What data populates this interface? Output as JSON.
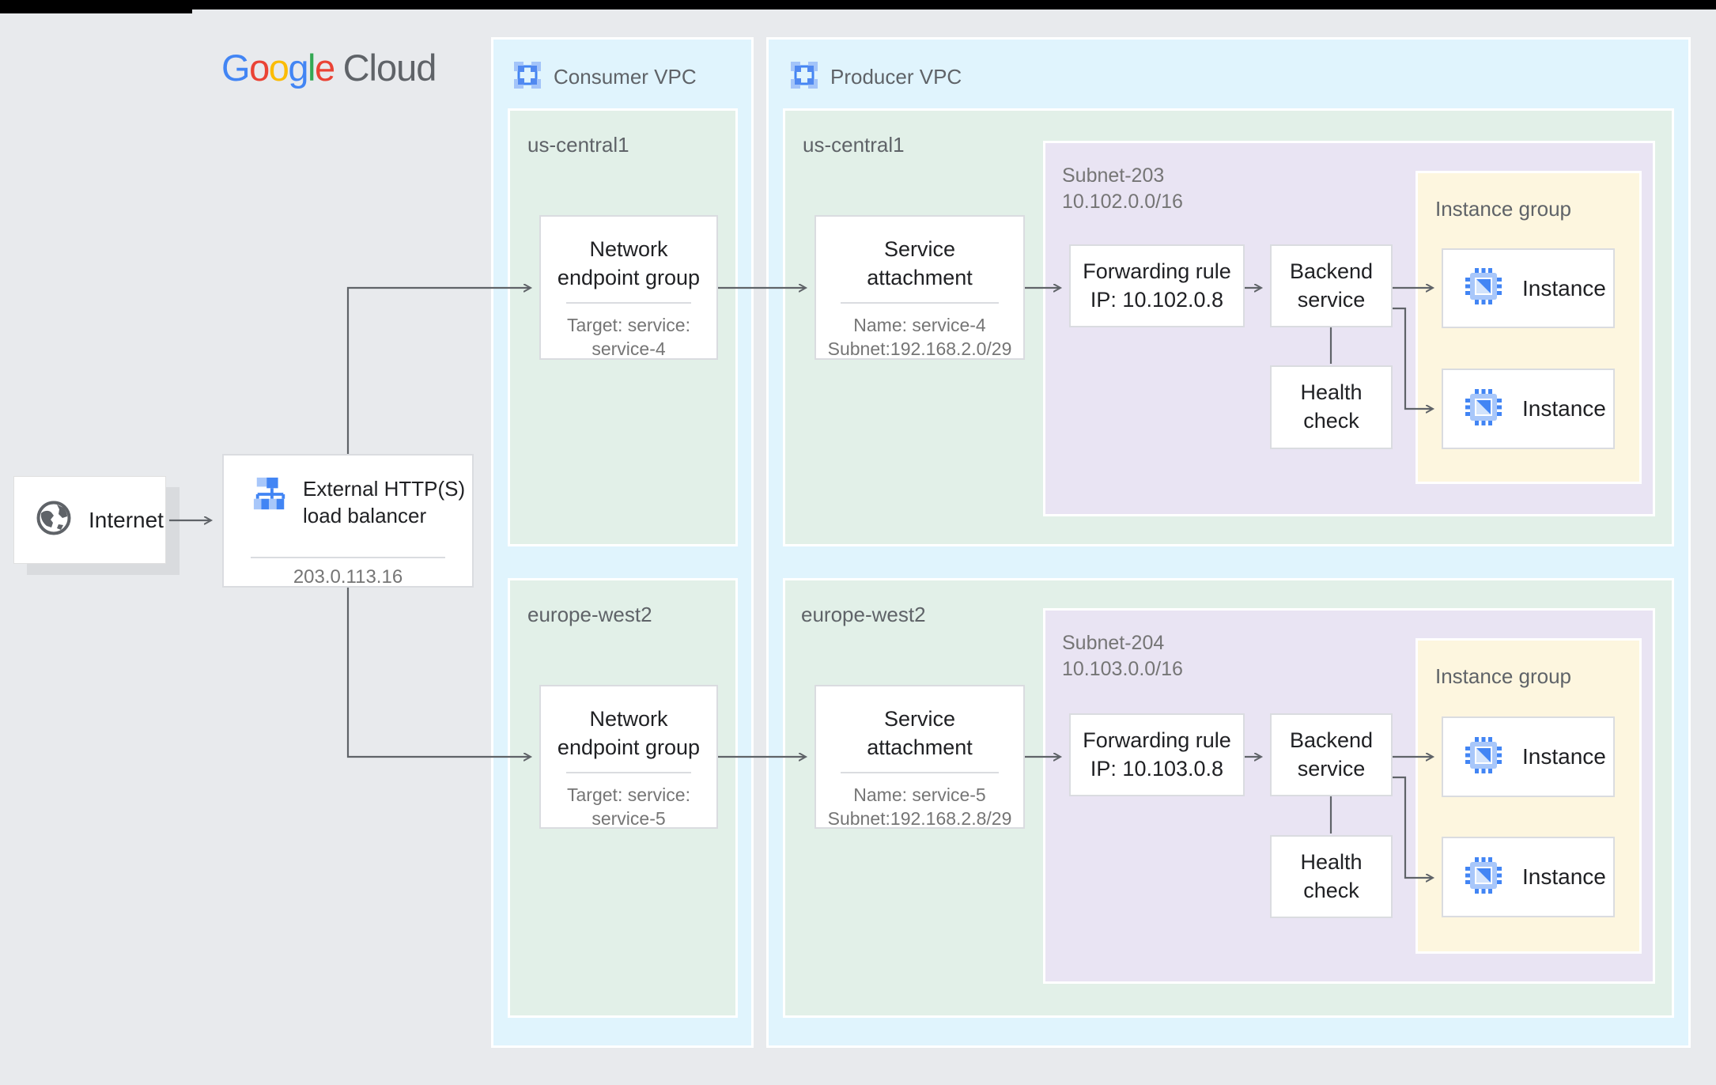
{
  "colors": {
    "background": "#e8eaed",
    "vpc_fill": "#e0f4fd",
    "region_fill": "#e2f0e8",
    "subnet_fill": "#e9e4f3",
    "instance_group_fill": "#fdf6df",
    "card_border": "#dadce0",
    "arrow": "#5f6368",
    "google_blue": "#4285F4",
    "google_red": "#EA4335",
    "google_yellow": "#FBBC05",
    "google_green": "#34A853",
    "label_gray": "#5f6368",
    "secondary_gray": "#757575"
  },
  "logo": {
    "letters": [
      "G",
      "o",
      "o",
      "g",
      "l",
      "e"
    ],
    "cloud": "Cloud"
  },
  "internet": {
    "label": "Internet"
  },
  "load_balancer": {
    "title": "External HTTP(S) load balancer",
    "ip": "203.0.113.16"
  },
  "consumer_vpc": {
    "label": "Consumer VPC",
    "regions": [
      {
        "name": "us-central1",
        "neg": {
          "title": "Network endpoint group",
          "sub_line1": "Target: service:",
          "sub_line2": "service-4"
        }
      },
      {
        "name": "europe-west2",
        "neg": {
          "title": "Network endpoint group",
          "sub_line1": "Target: service:",
          "sub_line2": "service-5"
        }
      }
    ]
  },
  "producer_vpc": {
    "label": "Producer VPC",
    "regions": [
      {
        "name": "us-central1",
        "service_attachment": {
          "title": "Service attachment",
          "sub_line1": "Name: service-4",
          "sub_line2": "Subnet:192.168.2.0/29"
        },
        "subnet": {
          "name": "Subnet-203",
          "cidr": "10.102.0.0/16",
          "forwarding_rule_line1": "Forwarding rule",
          "forwarding_rule_line2": "IP: 10.102.0.8",
          "backend_service": "Backend service",
          "health_check": "Health check",
          "instance_group": {
            "label": "Instance group",
            "instances": [
              "Instance",
              "Instance"
            ]
          }
        }
      },
      {
        "name": "europe-west2",
        "service_attachment": {
          "title": "Service attachment",
          "sub_line1": "Name: service-5",
          "sub_line2": "Subnet:192.168.2.8/29"
        },
        "subnet": {
          "name": "Subnet-204",
          "cidr": "10.103.0.0/16",
          "forwarding_rule_line1": "Forwarding rule",
          "forwarding_rule_line2": "IP: 10.103.0.8",
          "backend_service": "Backend service",
          "health_check": "Health check",
          "instance_group": {
            "label": "Instance group",
            "instances": [
              "Instance",
              "Instance"
            ]
          }
        }
      }
    ]
  }
}
